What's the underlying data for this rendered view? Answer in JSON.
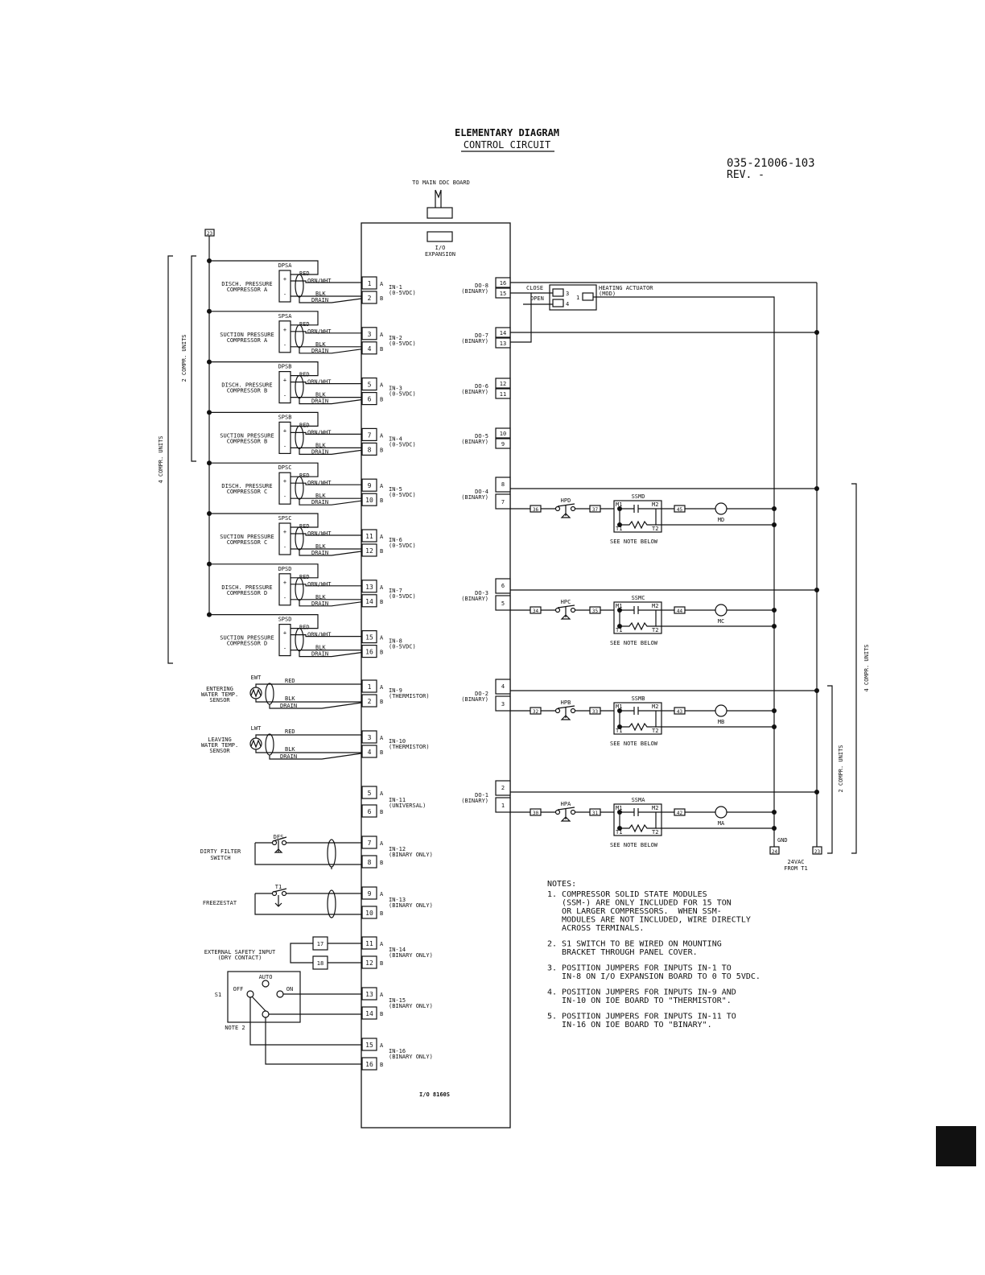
{
  "title": "ELEMENTARY DIAGRAM",
  "subtitle": "CONTROL CIRCUIT",
  "doc_number": "035-21006-103",
  "revision": "REV. -",
  "main_ddc_label": "TO MAIN DDC BOARD",
  "expansion_label_1": "I/O",
  "expansion_label_2": "EXPANSION",
  "board_label": "I/O 8160S",
  "terminal_tag_top": "23",
  "group_4compr": "4 COMPR. UNITS",
  "group_2compr": "2 COMPR. UNITS",
  "pressure_sensors": [
    {
      "tag": "DPSA",
      "name1": "DISCH. PRESSURE",
      "name2": "COMPRESSOR A",
      "t1": "1",
      "t2": "2",
      "input": "IN-1",
      "range": "(0-5VDC)"
    },
    {
      "tag": "SPSA",
      "name1": "SUCTION PRESSURE",
      "name2": "COMPRESSOR A",
      "t1": "3",
      "t2": "4",
      "input": "IN-2",
      "range": "(0-5VDC)"
    },
    {
      "tag": "DPSB",
      "name1": "DISCH. PRESSURE",
      "name2": "COMPRESSOR B",
      "t1": "5",
      "t2": "6",
      "input": "IN-3",
      "range": "(0-5VDC)"
    },
    {
      "tag": "SPSB",
      "name1": "SUCTION PRESSURE",
      "name2": "COMPRESSOR B",
      "t1": "7",
      "t2": "8",
      "input": "IN-4",
      "range": "(0-5VDC)"
    },
    {
      "tag": "DPSC",
      "name1": "DISCH. PRESSURE",
      "name2": "COMPRESSOR C",
      "t1": "9",
      "t2": "10",
      "input": "IN-5",
      "range": "(0-5VDC)"
    },
    {
      "tag": "SPSC",
      "name1": "SUCTION PRESSURE",
      "name2": "COMPRESSOR C",
      "t1": "11",
      "t2": "12",
      "input": "IN-6",
      "range": "(0-5VDC)"
    },
    {
      "tag": "DPSD",
      "name1": "DISCH. PRESSURE",
      "name2": "COMPRESSOR D",
      "t1": "13",
      "t2": "14",
      "input": "IN-7",
      "range": "(0-5VDC)"
    },
    {
      "tag": "SPSD",
      "name1": "SUCTION PRESSURE",
      "name2": "COMPRESSOR D",
      "t1": "15",
      "t2": "16",
      "input": "IN-8",
      "range": "(0-5VDC)"
    }
  ],
  "wire": {
    "red": "RED",
    "orn": "ORN/WHT",
    "blk": "BLK",
    "drain": "DRAIN"
  },
  "pin_a": "A",
  "pin_b": "B",
  "temp_sensors": [
    {
      "tag": "EWT",
      "name1": "ENTERING",
      "name2": "WATER TEMP.",
      "name3": "SENSOR",
      "t1": "1",
      "t2": "2",
      "input": "IN-9",
      "range": "(THERMISTOR)"
    },
    {
      "tag": "LWT",
      "name1": "LEAVING",
      "name2": "WATER TEMP.",
      "name3": "SENSOR",
      "t1": "3",
      "t2": "4",
      "input": "IN-10",
      "range": "(THERMISTOR)"
    }
  ],
  "in11": {
    "t1": "5",
    "t2": "6",
    "input": "IN-11",
    "range": "(UNIVERSAL)"
  },
  "binary_inputs": [
    {
      "label1": "DIRTY FILTER",
      "label2": "SWITCH",
      "tag": "DFS",
      "t1": "7",
      "t2": "8",
      "input": "IN-12",
      "range": "(BINARY ONLY)"
    },
    {
      "label1": "FREEZESTAT",
      "label2": "",
      "tag": "T1",
      "t1": "9",
      "t2": "10",
      "input": "IN-13",
      "range": "(BINARY ONLY)"
    },
    {
      "label1": "EXTERNAL SAFETY INPUT",
      "label2": "(DRY CONTACT)",
      "tag": "",
      "t1": "11",
      "t2": "12",
      "input": "IN-14",
      "range": "(BINARY ONLY)"
    },
    {
      "label1": "",
      "label2": "",
      "tag": "",
      "t1": "13",
      "t2": "14",
      "input": "IN-15",
      "range": "(BINARY ONLY)"
    },
    {
      "label1": "",
      "label2": "",
      "tag": "",
      "t1": "15",
      "t2": "16",
      "input": "IN-16",
      "range": "(BINARY ONLY)"
    }
  ],
  "ext_safety_terminals": [
    "17",
    "18"
  ],
  "s1": {
    "label": "S1",
    "off": "OFF",
    "auto": "AUTO",
    "on": "ON",
    "note": "NOTE 2"
  },
  "outputs": [
    {
      "name": "DO-8",
      "type": "(BINARY)",
      "t1": "16",
      "t2": "15"
    },
    {
      "name": "DO-7",
      "type": "(BINARY)",
      "t1": "14",
      "t2": "13"
    },
    {
      "name": "DO-6",
      "type": "(BINARY)",
      "t1": "12",
      "t2": "11"
    },
    {
      "name": "DO-5",
      "type": "(BINARY)",
      "t1": "10",
      "t2": "9"
    },
    {
      "name": "DO-4",
      "type": "(BINARY)",
      "t1": "8",
      "t2": "7"
    },
    {
      "name": "DO-3",
      "type": "(BINARY)",
      "t1": "6",
      "t2": "5"
    },
    {
      "name": "DO-2",
      "type": "(BINARY)",
      "t1": "4",
      "t2": "3"
    },
    {
      "name": "DO-1",
      "type": "(BINARY)",
      "t1": "2",
      "t2": "1"
    }
  ],
  "actuator": {
    "close": "CLOSE",
    "open": "OPEN",
    "t_close": "3",
    "t_open": "4",
    "t_com": "1",
    "name1": "HEATING ACTUATOR",
    "name2": "(MOD)"
  },
  "compressor_circuits": [
    {
      "ssm": "SSMD",
      "hp": "HPD",
      "w1": "36",
      "w2": "37",
      "w3": "45",
      "motor": "MD"
    },
    {
      "ssm": "SSMC",
      "hp": "HPC",
      "w1": "34",
      "w2": "35",
      "w3": "44",
      "motor": "MC"
    },
    {
      "ssm": "SSMB",
      "hp": "HPB",
      "w1": "32",
      "w2": "33",
      "w3": "43",
      "motor": "MB"
    },
    {
      "ssm": "SSMA",
      "hp": "HPA",
      "w1": "30",
      "w2": "31",
      "w3": "42",
      "motor": "MA"
    }
  ],
  "ssm_pins": {
    "m1": "M1",
    "m2": "M2",
    "t1": "T1",
    "t2": "T2"
  },
  "see_note": "SEE NOTE BELOW",
  "gnd_label": "GND",
  "terminal_24": "24",
  "terminal_23": "23",
  "supply_1": "24VAC",
  "supply_2": "FROM T1",
  "notes_title": "NOTES:",
  "notes": [
    "1. COMPRESSOR SOLID STATE MODULES",
    "   (SSM-) ARE ONLY INCLUDED FOR 15 TON",
    "   OR LARGER COMPRESSORS.  WHEN SSM-",
    "   MODULES ARE NOT INCLUDED, WIRE DIRECTLY",
    "   ACROSS TERMINALS.",
    "2. S1 SWITCH TO BE WIRED ON MOUNTING",
    "   BRACKET THROUGH PANEL COVER.",
    "3. POSITION JUMPERS FOR INPUTS IN-1 TO",
    "   IN-8 ON I/O EXPANSION BOARD TO 0 TO 5VDC.",
    "4. POSITION JUMPERS FOR INPUTS IN-9 AND",
    "   IN-10 ON IOE BOARD TO \"THERMISTOR\".",
    "5. POSITION JUMPERS FOR INPUTS IN-11 TO",
    "   IN-16 ON IOE BOARD TO \"BINARY\"."
  ]
}
